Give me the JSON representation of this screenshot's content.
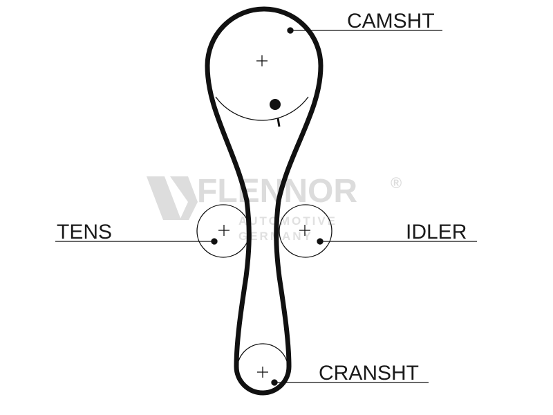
{
  "labels": {
    "camshaft": "CAMSHT",
    "tensioner": "TENS",
    "idler": "IDLER",
    "crankshaft": "CRANSHT"
  },
  "watermark": {
    "brand": "FLENNOR",
    "registered": "®",
    "line1": "AUTOMOTIVE",
    "line2": "GERMANY"
  },
  "colors": {
    "ink": "#111111",
    "watermark": "#d9d9d9",
    "background": "#ffffff"
  }
}
